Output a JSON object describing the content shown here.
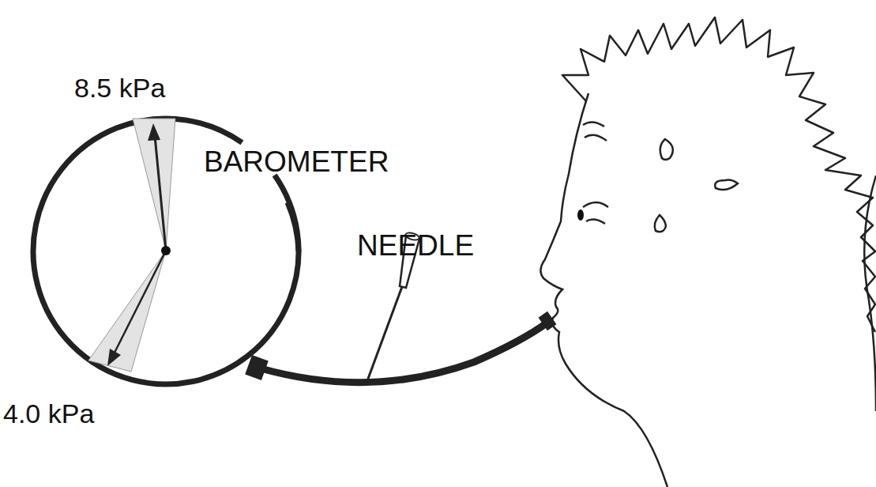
{
  "diagram": {
    "labels": [
      "8.5 kPa",
      "BAROMETER",
      "NEEDLE",
      "4.0 kPa"
    ]
  }
}
